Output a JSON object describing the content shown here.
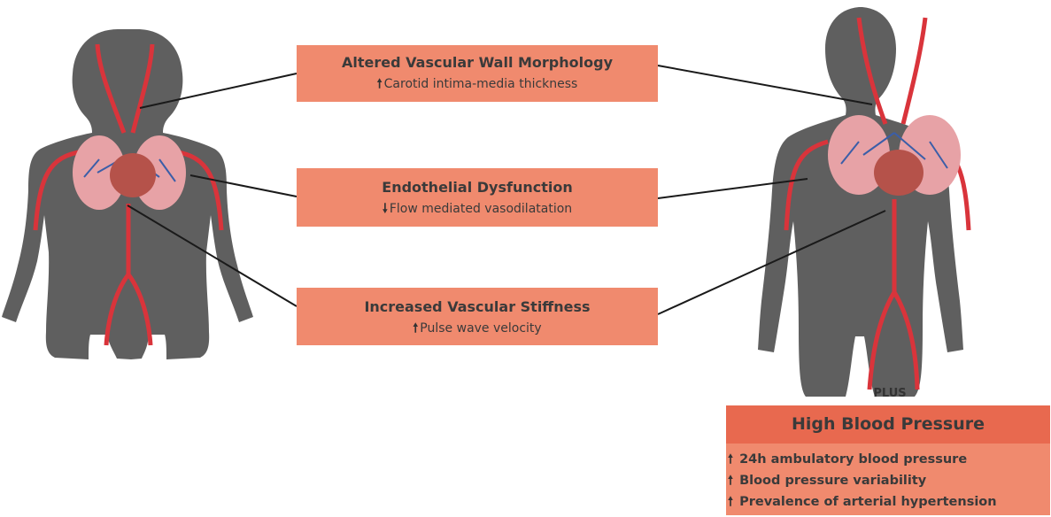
{
  "colors": {
    "silhouette": "#5f5f5f",
    "box_fill": "#f08a6e",
    "box_header": "#e8694f",
    "vessel": "#d9343b",
    "vein": "#3b5ea8",
    "lung": "#e7a2a6",
    "heart": "#b5524a"
  },
  "boxes": [
    {
      "title": "Altered Vascular Wall Morphology",
      "arrow": "up",
      "detail": "Carotid intima-media thickness"
    },
    {
      "title": "Endothelial Dysfunction",
      "arrow": "down",
      "detail": "Flow mediated vasodilatation"
    },
    {
      "title": "Increased Vascular Stiffness",
      "arrow": "up",
      "detail": "Pulse wave velocity"
    }
  ],
  "plus_label": "PLUS",
  "high_bp": {
    "title": "High Blood Pressure",
    "items": [
      "24h ambulatory blood pressure",
      "Blood pressure variability",
      "Prevalence of arterial hypertension"
    ]
  },
  "figures": [
    "child-figure",
    "adolescent-figure"
  ]
}
